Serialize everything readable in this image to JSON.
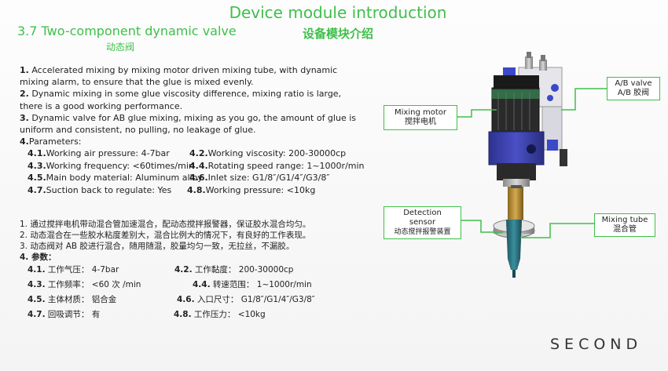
{
  "header": {
    "title_en": "Device module introduction",
    "title_cn": "设备模块介绍",
    "section_en": "3.7 Two-component dynamic valve",
    "section_cn": "动态阀"
  },
  "english": {
    "p1_num": "1.",
    "p1_text": " Accelerated mixing by mixing motor driven mixing tube, with dynamic mixing alarm, to ensure that the glue is mixed evenly.",
    "p2_num": "2.",
    "p2_text": " Dynamic mixing in some glue viscosity difference, mixing ratio is large, there is a good working performance.",
    "p3_num": "3.",
    "p3_text": " Dynamic valve for AB glue mixing, mixing as you go, the amount of glue is uniform and consistent, no pulling, no leakage of glue.",
    "p4_num": "4.",
    "p4_text": "Parameters:",
    "params": [
      {
        "n1": "4.1.",
        "t1": "Working air pressure: 4-7bar",
        "n2": "4.2.",
        "t2": "Working viscosity: 200-30000cp"
      },
      {
        "n1": "4.3.",
        "t1": "Working frequency: <60times/min",
        "n2": "4.4.",
        "t2": "Rotating speed range: 1~1000r/min"
      },
      {
        "n1": "4.5.",
        "t1": "Main body material: Aluminum alloy",
        "n2": "4.6.",
        "t2": "Inlet size: G1/8″/G1/4″/G3/8″"
      },
      {
        "n1": "4.7.",
        "t1": "Suction back to regulate: Yes",
        "n2": "4.8.",
        "t2": "Working pressure: <10kg"
      }
    ]
  },
  "chinese": {
    "l1": "1. 通过搅拌电机带动混合管加速混合，配动态搅拌报警器，保证胶水混合均匀。",
    "l2": "2. 动态混合在一些胶水粘度差别大，混合比例大的情况下，有良好的工作表现。",
    "l3": "3. 动态阀对 AB 胶进行混合，随用随混，胶量均匀一致，无拉丝，不漏胶。",
    "l4": "4. 参数：",
    "params": [
      {
        "n1": "4.1.",
        "t1": " 工作气压：  4-7bar",
        "n2": "4.2.",
        "t2": " 工作黏度：  200-30000cp"
      },
      {
        "n1": "4.3.",
        "t1": " 工作频率：  <60 次 /min",
        "n2": "4.4.",
        "t2": " 转速范围：  1~1000r/min"
      },
      {
        "n1": "4.5.",
        "t1": " 主体材质：  铝合金",
        "n2": "4.6.",
        "t2": " 入口尺寸：  G1/8″/G1/4″/G3/8″"
      },
      {
        "n1": "4.7.",
        "t1": " 回吸调节：  有",
        "n2": "4.8.",
        "t2": " 工作压力：  <10kg"
      }
    ]
  },
  "callouts": {
    "motor_en": "Mixing motor",
    "motor_cn": "搅拌电机",
    "valve_en": "A/B valve",
    "valve_cn": "A/B  胶阀",
    "sensor_en": "Detection sensor",
    "sensor_cn": "动态搅拌报警装置",
    "tube_en": "Mixing tube",
    "tube_cn": "混合管"
  },
  "logo": "SECOND",
  "colors": {
    "accent": "#3fbf4a",
    "motor_blue": "#3a3fa8",
    "motor_black": "#222222"
  }
}
